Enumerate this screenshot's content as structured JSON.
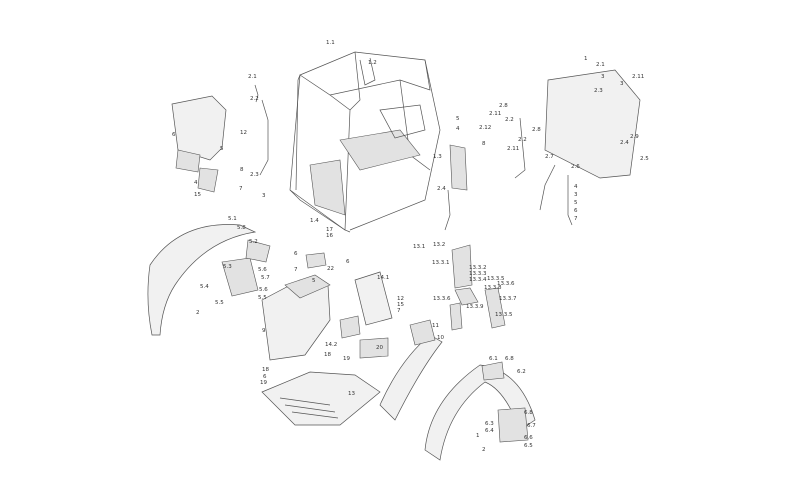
{
  "callouts": [
    {
      "id": "c1",
      "text": "1.1"
    },
    {
      "id": "c2",
      "text": "1.2"
    },
    {
      "id": "c3",
      "text": "2.1"
    },
    {
      "id": "c4",
      "text": "2.2"
    },
    {
      "id": "c5",
      "text": "5"
    },
    {
      "id": "c6",
      "text": "4"
    },
    {
      "id": "c7",
      "text": "1.3"
    },
    {
      "id": "c8",
      "text": "2.3"
    },
    {
      "id": "c9",
      "text": "3"
    },
    {
      "id": "c10",
      "text": "1.4"
    },
    {
      "id": "c11",
      "text": "2.4"
    },
    {
      "id": "c12",
      "text": "6"
    },
    {
      "id": "c13",
      "text": "12"
    },
    {
      "id": "c14",
      "text": "5"
    },
    {
      "id": "c15",
      "text": "8"
    },
    {
      "id": "c16",
      "text": "4"
    },
    {
      "id": "c17",
      "text": "7"
    },
    {
      "id": "c18",
      "text": "15"
    },
    {
      "id": "c19",
      "text": "1"
    },
    {
      "id": "c20",
      "text": "2.1"
    },
    {
      "id": "c21",
      "text": "3"
    },
    {
      "id": "c22",
      "text": "2.3"
    },
    {
      "id": "c23",
      "text": "3"
    },
    {
      "id": "c24",
      "text": "2.11"
    },
    {
      "id": "c25",
      "text": "2.8"
    },
    {
      "id": "c26",
      "text": "2.11"
    },
    {
      "id": "c27",
      "text": "2.2"
    },
    {
      "id": "c28",
      "text": "2.12"
    },
    {
      "id": "c29",
      "text": "8"
    },
    {
      "id": "c30",
      "text": "2.2"
    },
    {
      "id": "c31",
      "text": "2.8"
    },
    {
      "id": "c32",
      "text": "2.11"
    },
    {
      "id": "c33",
      "text": "2.9"
    },
    {
      "id": "c34",
      "text": "2.4"
    },
    {
      "id": "c35",
      "text": "2.7"
    },
    {
      "id": "c36",
      "text": "2.6"
    },
    {
      "id": "c37",
      "text": "2.5"
    },
    {
      "id": "c38",
      "text": "4"
    },
    {
      "id": "c39",
      "text": "3"
    },
    {
      "id": "c40",
      "text": "5"
    },
    {
      "id": "c41",
      "text": "6"
    },
    {
      "id": "c42",
      "text": "7"
    },
    {
      "id": "c43",
      "text": "5.1"
    },
    {
      "id": "c44",
      "text": "5.8"
    },
    {
      "id": "c45",
      "text": "5.2"
    },
    {
      "id": "c46",
      "text": "5.3"
    },
    {
      "id": "c47",
      "text": "5.6"
    },
    {
      "id": "c48",
      "text": "5.7"
    },
    {
      "id": "c49",
      "text": "5.4"
    },
    {
      "id": "c50",
      "text": "5.6"
    },
    {
      "id": "c51",
      "text": "5.5"
    },
    {
      "id": "c52",
      "text": "5.5"
    },
    {
      "id": "c53",
      "text": "2"
    },
    {
      "id": "c54",
      "text": "17"
    },
    {
      "id": "c55",
      "text": "16"
    },
    {
      "id": "c56",
      "text": "6"
    },
    {
      "id": "c57",
      "text": "7"
    },
    {
      "id": "c58",
      "text": "22"
    },
    {
      "id": "c59",
      "text": "5"
    },
    {
      "id": "c60",
      "text": "6"
    },
    {
      "id": "c61",
      "text": "14.1"
    },
    {
      "id": "c62",
      "text": "9"
    },
    {
      "id": "c63",
      "text": "14.2"
    },
    {
      "id": "c64",
      "text": "20"
    },
    {
      "id": "c65",
      "text": "19"
    },
    {
      "id": "c66",
      "text": "18"
    },
    {
      "id": "c67",
      "text": "18"
    },
    {
      "id": "c68",
      "text": "6"
    },
    {
      "id": "c69",
      "text": "19"
    },
    {
      "id": "c70",
      "text": "13"
    },
    {
      "id": "c71",
      "text": "12"
    },
    {
      "id": "c72",
      "text": "15"
    },
    {
      "id": "c73",
      "text": "7"
    },
    {
      "id": "c74",
      "text": "11"
    },
    {
      "id": "c75",
      "text": "10"
    },
    {
      "id": "c76",
      "text": "13.1"
    },
    {
      "id": "c77",
      "text": "13.2"
    },
    {
      "id": "c78",
      "text": "13.3.1"
    },
    {
      "id": "c79",
      "text": "13.3.2"
    },
    {
      "id": "c80",
      "text": "13.3.3"
    },
    {
      "id": "c81",
      "text": "13.3.4"
    },
    {
      "id": "c82",
      "text": "13.3.5"
    },
    {
      "id": "c83",
      "text": "13.3.6"
    },
    {
      "id": "c84",
      "text": "13.3.8"
    },
    {
      "id": "c85",
      "text": "13.3.7"
    },
    {
      "id": "c86",
      "text": "13.3.6"
    },
    {
      "id": "c87",
      "text": "13.3.9"
    },
    {
      "id": "c88",
      "text": "13.3.5"
    },
    {
      "id": "c89",
      "text": "6.1"
    },
    {
      "id": "c90",
      "text": "6.8"
    },
    {
      "id": "c91",
      "text": "6.2"
    },
    {
      "id": "c92",
      "text": "6.8"
    },
    {
      "id": "c93",
      "text": "6.7"
    },
    {
      "id": "c94",
      "text": "6.3"
    },
    {
      "id": "c95",
      "text": "6.4"
    },
    {
      "id": "c96",
      "text": "6.6"
    },
    {
      "id": "c97",
      "text": "6.5"
    },
    {
      "id": "c98",
      "text": "2"
    },
    {
      "id": "c99",
      "text": "1"
    }
  ],
  "colors": {
    "ink": "#333333",
    "stroke": "#555555",
    "fill": "#f1f1f1",
    "paper": "#ffffff"
  }
}
